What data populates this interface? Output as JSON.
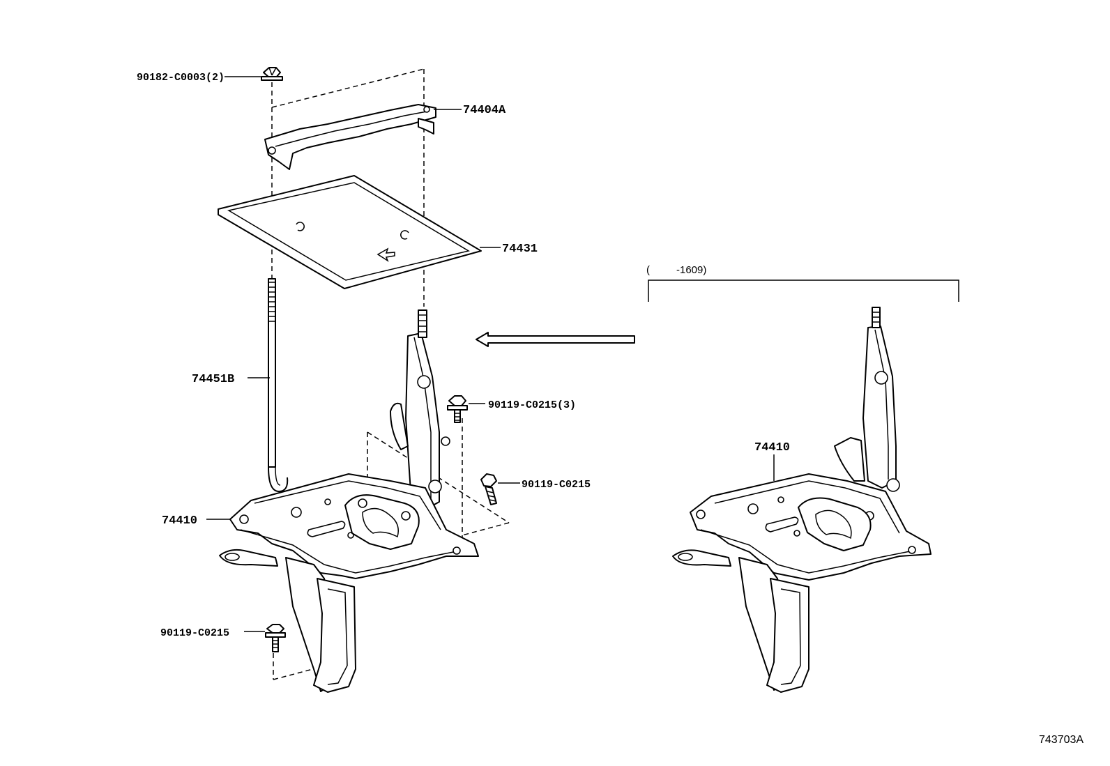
{
  "diagram": {
    "colors": {
      "line": "#000000",
      "background": "#ffffff"
    },
    "callouts": {
      "bolt_90182": "90182-C0003(2)",
      "bracket_74404A": "74404A",
      "tray_74431": "74431",
      "rod_74451B": "74451B",
      "carrier_74410_left": "74410",
      "bolt_90119_3": "90119-C0215(3)",
      "bolt_90119_mid": "90119-C0215",
      "bolt_90119_bottom": "90119-C0215",
      "carrier_74410_right": "74410"
    },
    "variant_range": {
      "open": "(",
      "value": "-1609)"
    },
    "figure_number": "743703A"
  }
}
